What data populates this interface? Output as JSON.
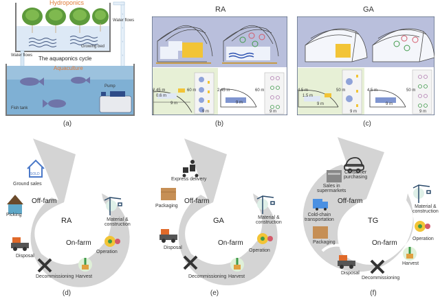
{
  "panel_a": {
    "hydroponics": "Hydroponics",
    "water_flows_right": "Water flows",
    "water_flows_left": "Water flows",
    "growing_bed": "Growing bed",
    "cycle_title": "The aquaponics cycle",
    "aquaculture": "Aquaculture",
    "pump": "Pump",
    "fish_tank": "Fish tank",
    "caption": "(a)"
  },
  "panel_b": {
    "title": "RA",
    "left_height": "2.45 m",
    "left_shelf": "0.6 m",
    "left_width": "9 m",
    "left_length": "60 m",
    "left_plan_width": "9 m",
    "right_height": "2.45 m",
    "right_width": "9 m",
    "right_length": "60 m",
    "right_plan_width": "9 m",
    "caption": "(b)"
  },
  "panel_c": {
    "title": "GA",
    "left_height": "4.5 m",
    "left_shelf": "1.5 m",
    "left_width": "9 m",
    "left_length": "50 m",
    "left_plan_width": "9 m",
    "right_height": "4.5 m",
    "right_width": "9 m",
    "right_length": "50 m",
    "right_plan_width": "9 m",
    "caption": "(c)"
  },
  "panel_d": {
    "center": "RA",
    "off_farm": "Off-farm",
    "on_farm": "On-farm",
    "stages": [
      "Ground sales",
      "Picking",
      "Disposal",
      "Decommissioning",
      "Harvest",
      "Operation",
      "Material &\nconstruction"
    ],
    "caption": "(d)"
  },
  "panel_e": {
    "center": "GA",
    "off_farm": "Off-farm",
    "on_farm": "On-farm",
    "stages": [
      "Express delivery",
      "Packaging",
      "Disposal",
      "Decommissioning",
      "Harvest",
      "Operation",
      "Material &\nconstruction"
    ],
    "caption": "(e)"
  },
  "panel_f": {
    "center": "TG",
    "off_farm": "Off-farm",
    "on_farm": "On-farm",
    "stages": [
      "Consumer\npurchasing",
      "Sales in\nsupermarkets",
      "Cold-chain\ntransportation",
      "Packaging",
      "Disposal",
      "Decommissioning",
      "Harvest",
      "Operation",
      "Material &\nconstruction"
    ],
    "caption": "(f)"
  },
  "colors": {
    "water": "#cfe3f2",
    "tank": "#7fb0d4",
    "greenhouse_bg": "#b9bfdc",
    "plan_bg": "#e7f0d6",
    "cycle_gray": "#d4d4d4",
    "orange_text": "#e07b39"
  }
}
